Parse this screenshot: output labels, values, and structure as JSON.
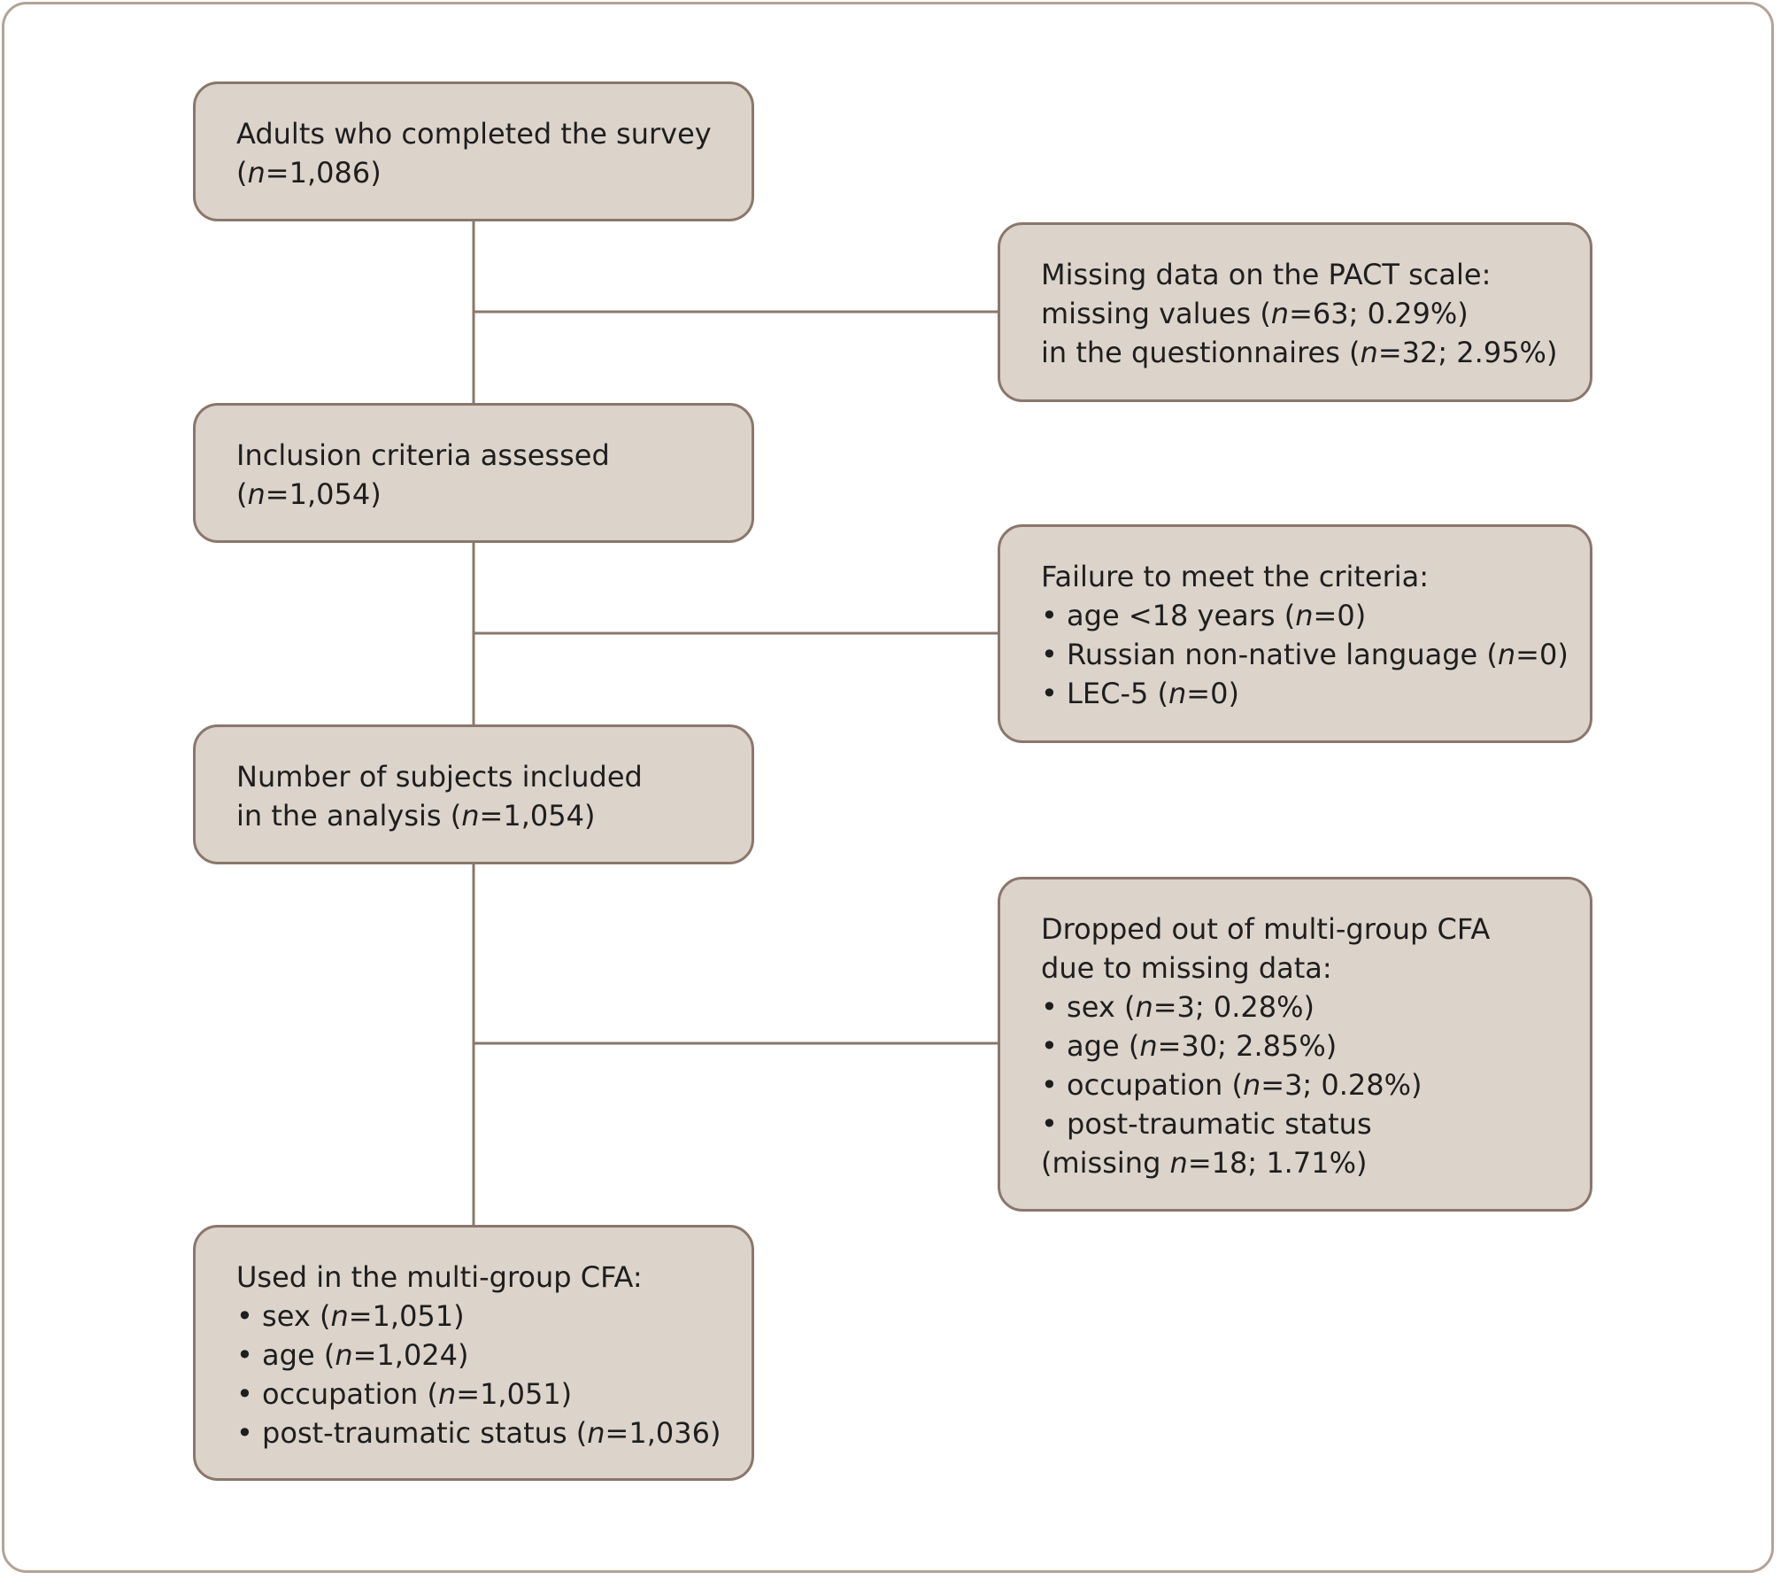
{
  "boxes": {
    "completed": {
      "lines": [
        {
          "pre": "Adults who completed the survey",
          "italic": "",
          "post": ""
        },
        {
          "pre": "(",
          "italic": "n",
          "post": "=1,086)"
        }
      ]
    },
    "inclusion": {
      "lines": [
        {
          "pre": "Inclusion criteria assessed",
          "italic": "",
          "post": ""
        },
        {
          "pre": "(",
          "italic": "n",
          "post": "=1,054)"
        }
      ]
    },
    "included": {
      "lines": [
        {
          "pre": "Number of subjects included",
          "italic": "",
          "post": ""
        },
        {
          "pre": "in the analysis (",
          "italic": "n",
          "post": "=1,054)"
        }
      ]
    },
    "used": {
      "lines": [
        {
          "pre": "Used in the multi-group CFA:",
          "italic": "",
          "post": ""
        },
        {
          "pre": "• sex (",
          "italic": "n",
          "post": "=1,051)"
        },
        {
          "pre": "• age (",
          "italic": "n",
          "post": "=1,024)"
        },
        {
          "pre": "• occupation (",
          "italic": "n",
          "post": "=1,051)"
        },
        {
          "pre": "• post-traumatic status (",
          "italic": "n",
          "post": "=1,036)"
        }
      ]
    },
    "missing": {
      "lines": [
        {
          "pre": "Missing data on the PACT scale:",
          "italic": "",
          "post": ""
        },
        {
          "pre": "missing values (",
          "italic": "n",
          "post": "=63; 0.29%)"
        },
        {
          "pre": "in the questionnaires (",
          "italic": "n",
          "post": "=32; 2.95%)"
        }
      ]
    },
    "failure": {
      "lines": [
        {
          "pre": "Failure to meet the criteria:",
          "italic": "",
          "post": ""
        },
        {
          "pre": "• age <18 years (",
          "italic": "n",
          "post": "=0)"
        },
        {
          "pre": "• Russian non-native language (",
          "italic": "n",
          "post": "=0)"
        },
        {
          "pre": "• LEC-5 (",
          "italic": "n",
          "post": "=0)"
        }
      ]
    },
    "dropped": {
      "lines": [
        {
          "pre": "Dropped out of multi-group CFA",
          "italic": "",
          "post": ""
        },
        {
          "pre": "due to missing data:",
          "italic": "",
          "post": ""
        },
        {
          "pre": "• sex (",
          "italic": "n",
          "post": "=3; 0.28%)"
        },
        {
          "pre": "• age (",
          "italic": "n",
          "post": "=30; 2.85%)"
        },
        {
          "pre": "• occupation (",
          "italic": "n",
          "post": "=3; 0.28%)"
        },
        {
          "pre": "• post-traumatic status",
          "italic": "",
          "post": ""
        },
        {
          "pre": "(missing ",
          "italic": "n",
          "post": "=18; 1.71%)"
        }
      ]
    }
  },
  "colors": {
    "box_fill": "#dcd3cb",
    "box_border": "#8a776b",
    "connector": "#8a776b",
    "frame_border": "#b3a396",
    "text": "#1e1e1e"
  }
}
